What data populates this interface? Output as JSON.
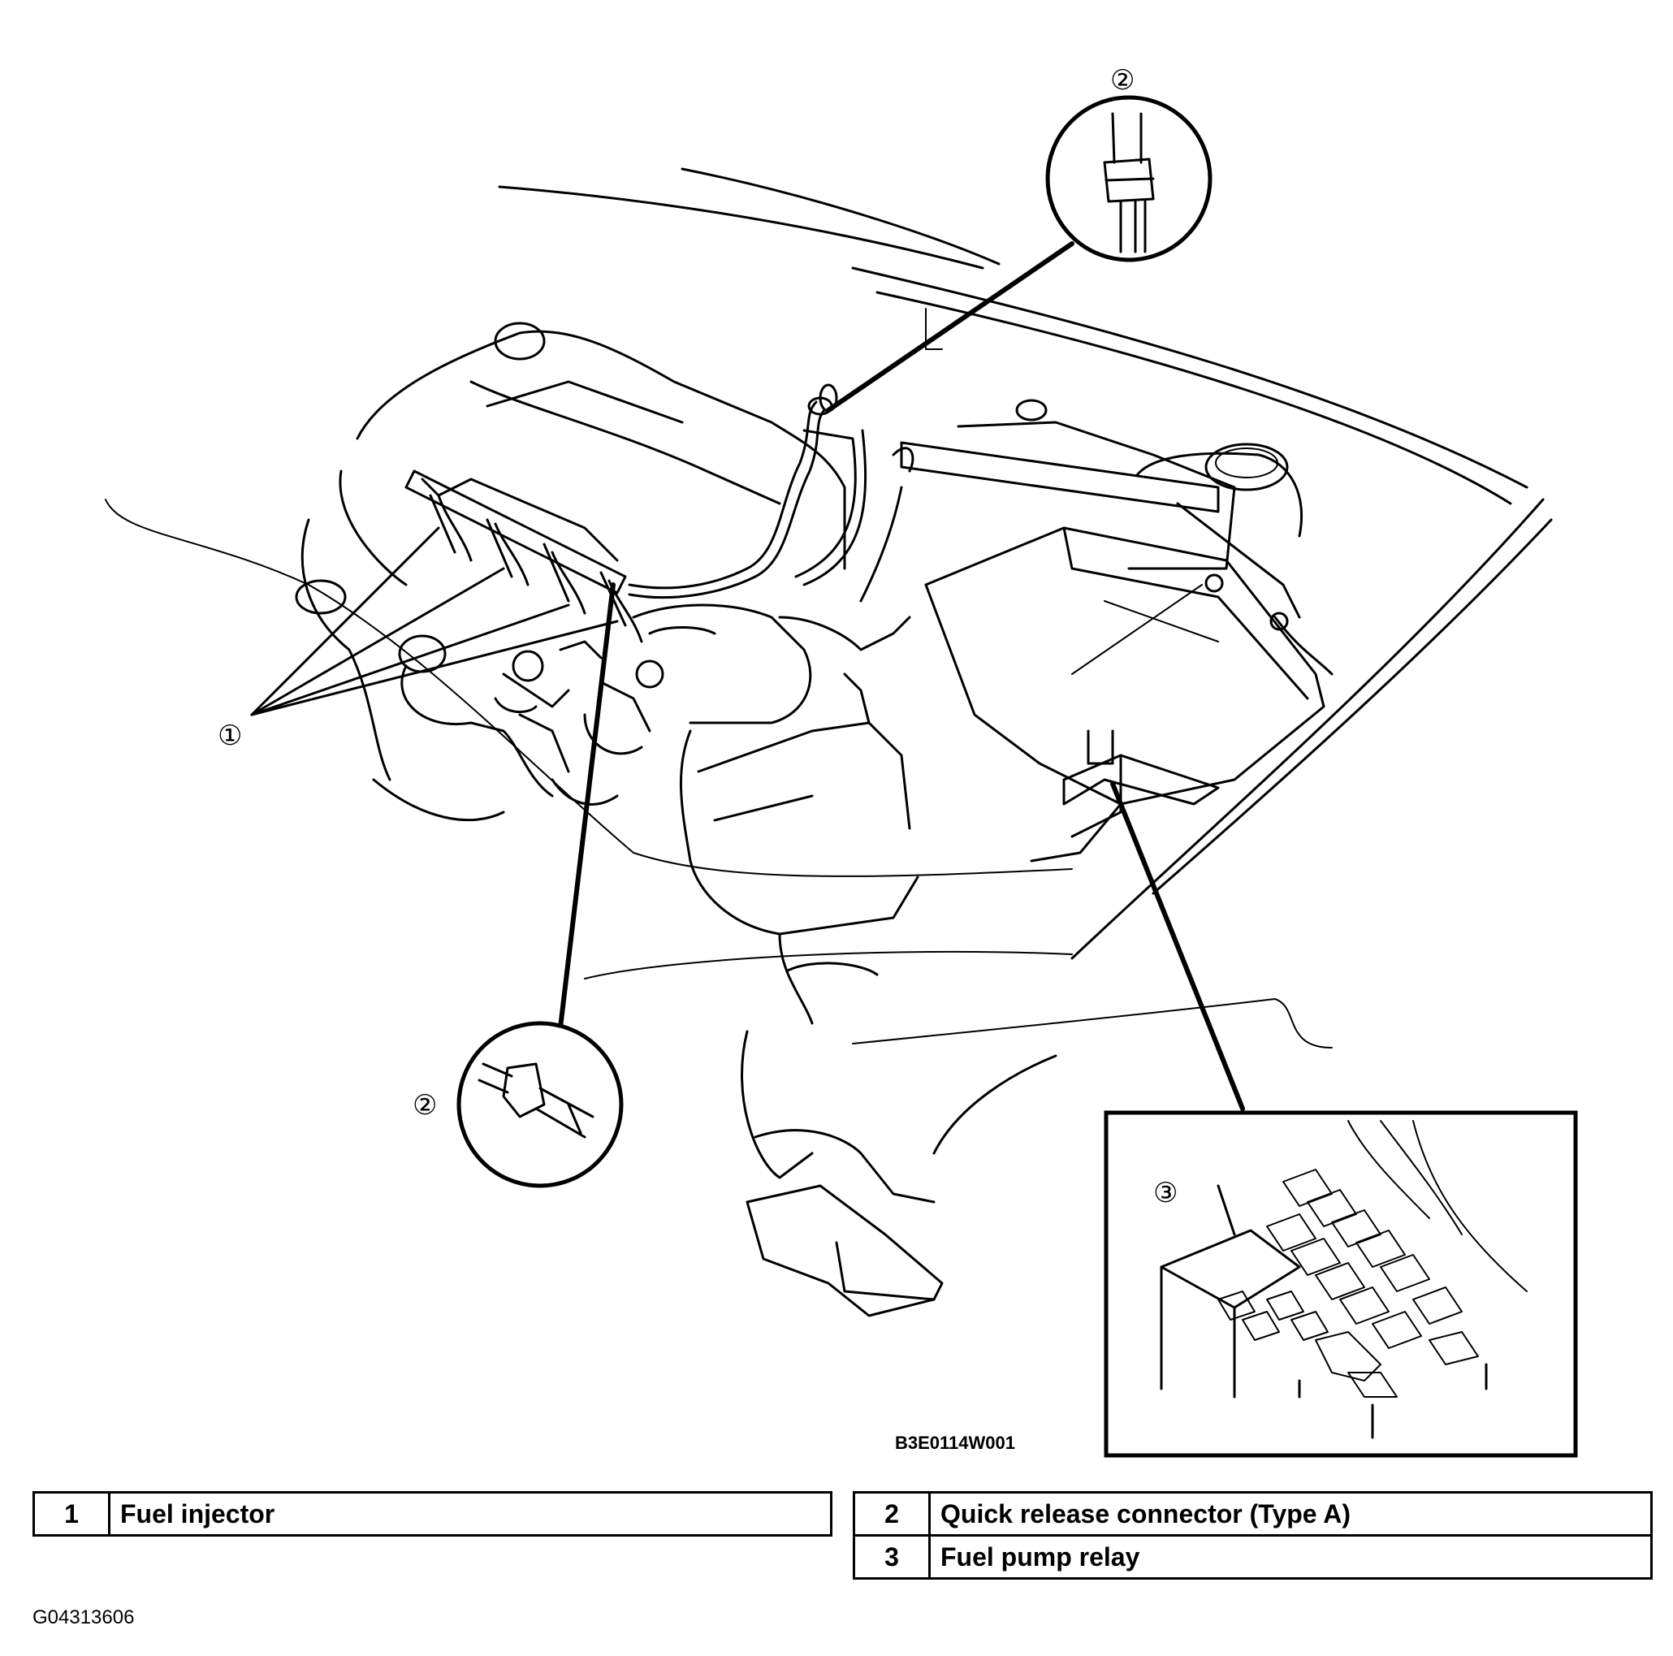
{
  "callouts": {
    "injector": "①",
    "connector_top": "②",
    "connector_bottom": "②",
    "relay": "③"
  },
  "drawing_code": "B3E0114W001",
  "legend": {
    "left": [
      {
        "num": "1",
        "label": "Fuel injector"
      }
    ],
    "right": [
      {
        "num": "2",
        "label": "Quick release connector (Type A)"
      },
      {
        "num": "3",
        "label": "Fuel pump relay"
      }
    ]
  },
  "figure_id": "G04313606"
}
